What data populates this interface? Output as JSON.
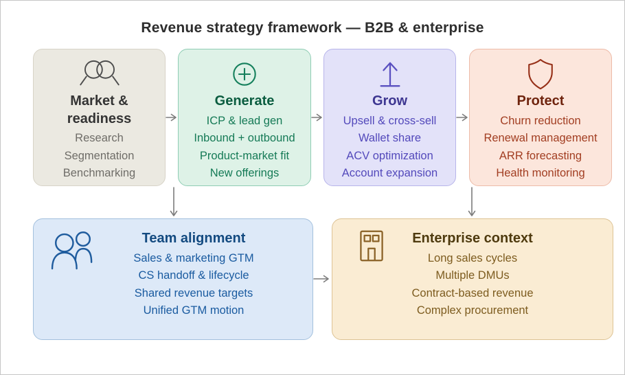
{
  "title": "Revenue strategy framework — B2B & enterprise",
  "cards": {
    "market": {
      "title": "Market & readiness",
      "icon": "people-pair-icon",
      "items": [
        "Research",
        "Segmentation",
        "Benchmarking"
      ]
    },
    "generate": {
      "title": "Generate",
      "icon": "plus-circle-icon",
      "items": [
        "ICP & lead gen",
        "Inbound + outbound",
        "Product-market fit",
        "New offerings"
      ]
    },
    "grow": {
      "title": "Grow",
      "icon": "arrow-up-from-line-icon",
      "items": [
        "Upsell & cross-sell",
        "Wallet share",
        "ACV optimization",
        "Account expansion"
      ]
    },
    "protect": {
      "title": "Protect",
      "icon": "shield-icon",
      "items": [
        "Churn reduction",
        "Renewal management",
        "ARR forecasting",
        "Health monitoring"
      ]
    },
    "team": {
      "title": "Team alignment",
      "icon": "people-group-icon",
      "items": [
        "Sales & marketing GTM",
        "CS handoff & lifecycle",
        "Shared revenue targets",
        "Unified GTM motion"
      ]
    },
    "enterprise": {
      "title": "Enterprise context",
      "icon": "building-icon",
      "items": [
        "Long sales cycles",
        "Multiple DMUs",
        "Contract-based revenue",
        "Complex procurement"
      ]
    }
  },
  "colors": {
    "title_text": "#2d2d2d",
    "arrow": "#7c7c7c",
    "market_bg": "#ebe9e1",
    "market_border": "#d7d3c7",
    "market_heading": "#343434",
    "market_body": "#6f6d68",
    "generate_bg": "#def2e7",
    "generate_border": "#8fcdb4",
    "generate_heading": "#0b5d40",
    "generate_body": "#157a56",
    "grow_bg": "#e3e2f9",
    "grow_border": "#b7b4ea",
    "grow_heading": "#3d3691",
    "grow_body": "#5349bb",
    "protect_bg": "#fce6dc",
    "protect_border": "#edbba8",
    "protect_heading": "#6f240e",
    "protect_body": "#a23e22",
    "team_bg": "#dde9f8",
    "team_border": "#a3c0dd",
    "team_heading": "#134a80",
    "team_body": "#1a5ba0",
    "enterprise_bg": "#faecd3",
    "enterprise_border": "#ddc394",
    "enterprise_heading": "#4e3a0e",
    "enterprise_body": "#7d5c1f"
  }
}
